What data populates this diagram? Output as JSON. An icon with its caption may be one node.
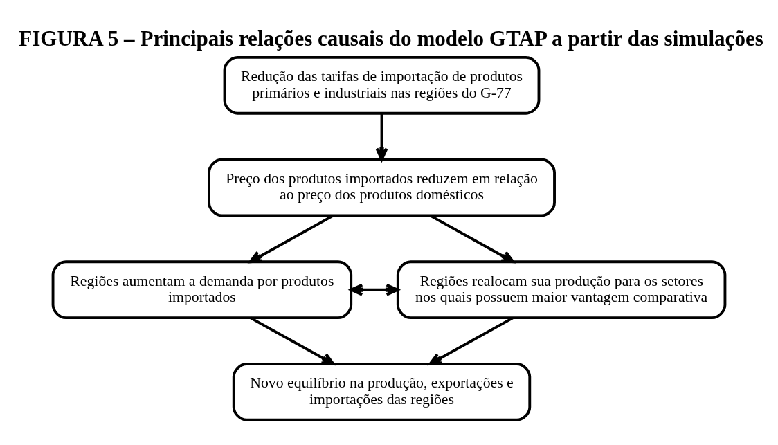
{
  "diagram": {
    "title": "FIGURA 5 – Principais relações causais do modelo GTAP a partir das simulações",
    "nodes": [
      {
        "text": [
          "Redução das tarifas de importação de produtos primários e industriais nas regiões do G-77"
        ]
      },
      {
        "text": [
          "Preço dos produtos importados reduzem em relação ao preço dos produtos domésticos"
        ]
      },
      {
        "text": [
          "Regiões aumentam a demanda por produtos importados"
        ]
      },
      {
        "text": [
          "Regiões realocam sua produção para os setores nos quais possuem maior vantagem comparativa"
        ]
      },
      {
        "text": [
          "Novo equilíbrio na produção, exportações e importações das regiões"
        ]
      }
    ],
    "edges": [
      {
        "from": 0,
        "to": 1,
        "arrow": "to"
      },
      {
        "from": 1,
        "to": 2,
        "arrow": "to"
      },
      {
        "from": 1,
        "to": 3,
        "arrow": "to"
      },
      {
        "from": 2,
        "to": 3,
        "arrow": "both"
      },
      {
        "from": 2,
        "to": 4,
        "arrow": "to"
      },
      {
        "from": 3,
        "to": 4,
        "arrow": "to"
      }
    ]
  }
}
